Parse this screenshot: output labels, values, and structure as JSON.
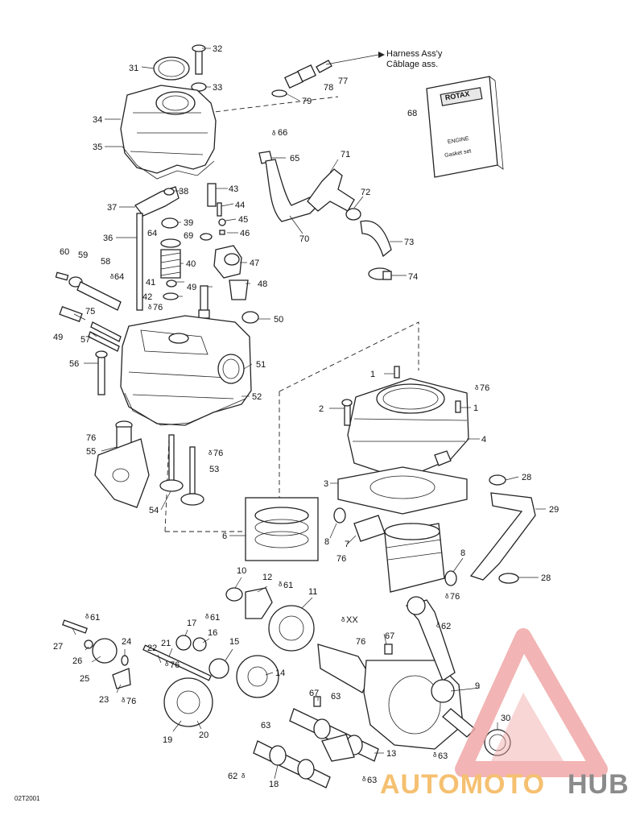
{
  "diagram": {
    "figure_code": "02T2001",
    "harness": {
      "line1": "Harness Ass'y",
      "line2": "Câblage ass."
    },
    "kit": {
      "brand": "ROTAX",
      "line1": "ENGINE",
      "line2": "Gasket set"
    },
    "callouts": [
      {
        "id": "c32",
        "text": "32"
      },
      {
        "id": "c31",
        "text": "31"
      },
      {
        "id": "c33",
        "text": "33"
      },
      {
        "id": "c34",
        "text": "34"
      },
      {
        "id": "c35",
        "text": "35"
      },
      {
        "id": "c66",
        "text": "66"
      },
      {
        "id": "c65",
        "text": "65"
      },
      {
        "id": "c77",
        "text": "77"
      },
      {
        "id": "c78",
        "text": "78"
      },
      {
        "id": "c79",
        "text": "79"
      },
      {
        "id": "c68",
        "text": "68"
      },
      {
        "id": "c71",
        "text": "71"
      },
      {
        "id": "c72",
        "text": "72"
      },
      {
        "id": "c70",
        "text": "70"
      },
      {
        "id": "c73",
        "text": "73"
      },
      {
        "id": "c74",
        "text": "74"
      },
      {
        "id": "c37",
        "text": "37"
      },
      {
        "id": "c38",
        "text": "38"
      },
      {
        "id": "c43",
        "text": "43"
      },
      {
        "id": "c44",
        "text": "44"
      },
      {
        "id": "c39",
        "text": "39"
      },
      {
        "id": "c45",
        "text": "45"
      },
      {
        "id": "c64a",
        "text": "64"
      },
      {
        "id": "c36",
        "text": "36"
      },
      {
        "id": "c69",
        "text": "69"
      },
      {
        "id": "c46",
        "text": "46"
      },
      {
        "id": "c60",
        "text": "60"
      },
      {
        "id": "c59",
        "text": "59"
      },
      {
        "id": "c58",
        "text": "58"
      },
      {
        "id": "c40",
        "text": "40"
      },
      {
        "id": "c47",
        "text": "47"
      },
      {
        "id": "c64b",
        "text": "64"
      },
      {
        "id": "c41",
        "text": "41"
      },
      {
        "id": "c48",
        "text": "48"
      },
      {
        "id": "c42",
        "text": "42"
      },
      {
        "id": "c49a",
        "text": "49"
      },
      {
        "id": "c75",
        "text": "75"
      },
      {
        "id": "c76a",
        "text": "76"
      },
      {
        "id": "c50",
        "text": "50"
      },
      {
        "id": "c49b",
        "text": "49"
      },
      {
        "id": "c57",
        "text": "57"
      },
      {
        "id": "c56",
        "text": "56"
      },
      {
        "id": "c51",
        "text": "51"
      },
      {
        "id": "c1a",
        "text": "1"
      },
      {
        "id": "c76b",
        "text": "76"
      },
      {
        "id": "c52",
        "text": "52"
      },
      {
        "id": "c2",
        "text": "2"
      },
      {
        "id": "c1b",
        "text": "1"
      },
      {
        "id": "c76c",
        "text": "76"
      },
      {
        "id": "c4",
        "text": "4"
      },
      {
        "id": "c55",
        "text": "55"
      },
      {
        "id": "c76d",
        "text": "76"
      },
      {
        "id": "c53",
        "text": "53"
      },
      {
        "id": "c3",
        "text": "3"
      },
      {
        "id": "c28a",
        "text": "28"
      },
      {
        "id": "c54",
        "text": "54"
      },
      {
        "id": "c29",
        "text": "29"
      },
      {
        "id": "c6",
        "text": "6"
      },
      {
        "id": "c8a",
        "text": "8"
      },
      {
        "id": "c7",
        "text": "7"
      },
      {
        "id": "c76e",
        "text": "76"
      },
      {
        "id": "c8b",
        "text": "8"
      },
      {
        "id": "c28b",
        "text": "28"
      },
      {
        "id": "c76f",
        "text": "76"
      },
      {
        "id": "c10",
        "text": "10"
      },
      {
        "id": "c12",
        "text": "12"
      },
      {
        "id": "c61a",
        "text": "61"
      },
      {
        "id": "c11",
        "text": "11"
      },
      {
        "id": "cXX",
        "text": "XX"
      },
      {
        "id": "c62a",
        "text": "62"
      },
      {
        "id": "c61b",
        "text": "61"
      },
      {
        "id": "c17",
        "text": "17"
      },
      {
        "id": "c61c",
        "text": "61"
      },
      {
        "id": "c27",
        "text": "27"
      },
      {
        "id": "c24",
        "text": "24"
      },
      {
        "id": "c16",
        "text": "16"
      },
      {
        "id": "c67a",
        "text": "67"
      },
      {
        "id": "c26",
        "text": "26"
      },
      {
        "id": "c22",
        "text": "22"
      },
      {
        "id": "c21",
        "text": "21"
      },
      {
        "id": "c15",
        "text": "15"
      },
      {
        "id": "c76g",
        "text": "76"
      },
      {
        "id": "c25",
        "text": "25"
      },
      {
        "id": "c76h",
        "text": "76"
      },
      {
        "id": "c14",
        "text": "14"
      },
      {
        "id": "c9",
        "text": "9"
      },
      {
        "id": "c23",
        "text": "23"
      },
      {
        "id": "c76i",
        "text": "76"
      },
      {
        "id": "c67b",
        "text": "67"
      },
      {
        "id": "c63a",
        "text": "63"
      },
      {
        "id": "c30",
        "text": "30"
      },
      {
        "id": "c19",
        "text": "19"
      },
      {
        "id": "c20",
        "text": "20"
      },
      {
        "id": "c63b",
        "text": "63"
      },
      {
        "id": "c13",
        "text": "13"
      },
      {
        "id": "c63c",
        "text": "63"
      },
      {
        "id": "c62b",
        "text": "62"
      },
      {
        "id": "c18",
        "text": "18"
      },
      {
        "id": "c63d",
        "text": "63"
      }
    ]
  },
  "watermark": {
    "part1": "AUTOMOTO",
    "part2": "HUB",
    "color_main": "#f0a7a7",
    "color_accent": "#f5c070",
    "color_dark": "#8a8a8a"
  }
}
